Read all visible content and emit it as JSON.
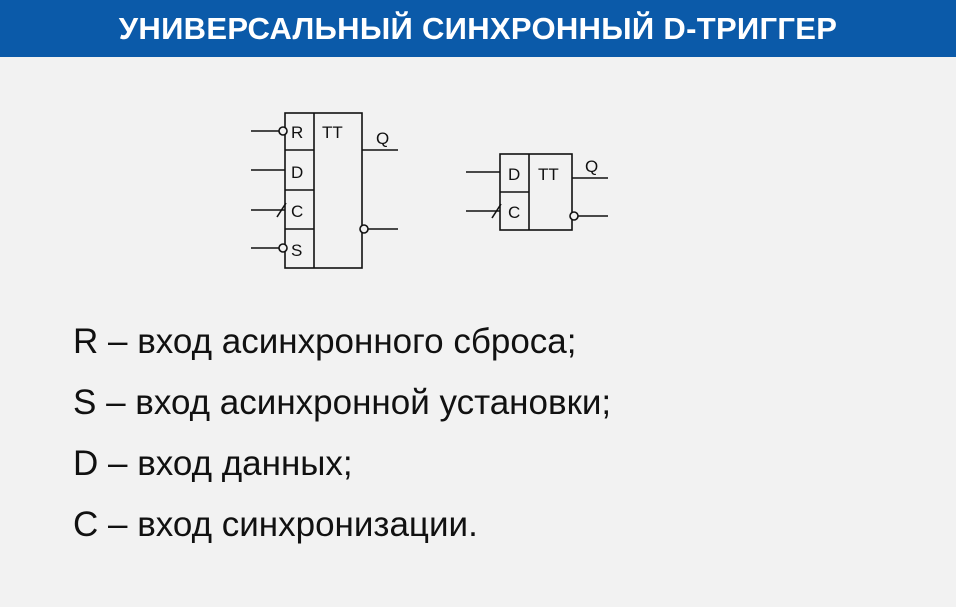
{
  "title": "УНИВЕРСАЛЬНЫЙ СИНХРОННЫЙ D-ТРИГГЕР",
  "colors": {
    "title_bar": "#0b5aa9",
    "title_text": "#ffffff",
    "background": "#f2f2f2",
    "line": "#111111"
  },
  "diagram_full": {
    "inputs": [
      "R",
      "D",
      "C",
      "S"
    ],
    "function_label": "TT",
    "output_label": "Q"
  },
  "diagram_simple": {
    "inputs": [
      "D",
      "C"
    ],
    "function_label": "TT",
    "output_label": "Q"
  },
  "legend": [
    "R – вход асинхронного сброса;",
    "S – вход асинхронной установки;",
    "D – вход данных;",
    "C – вход синхронизации."
  ]
}
